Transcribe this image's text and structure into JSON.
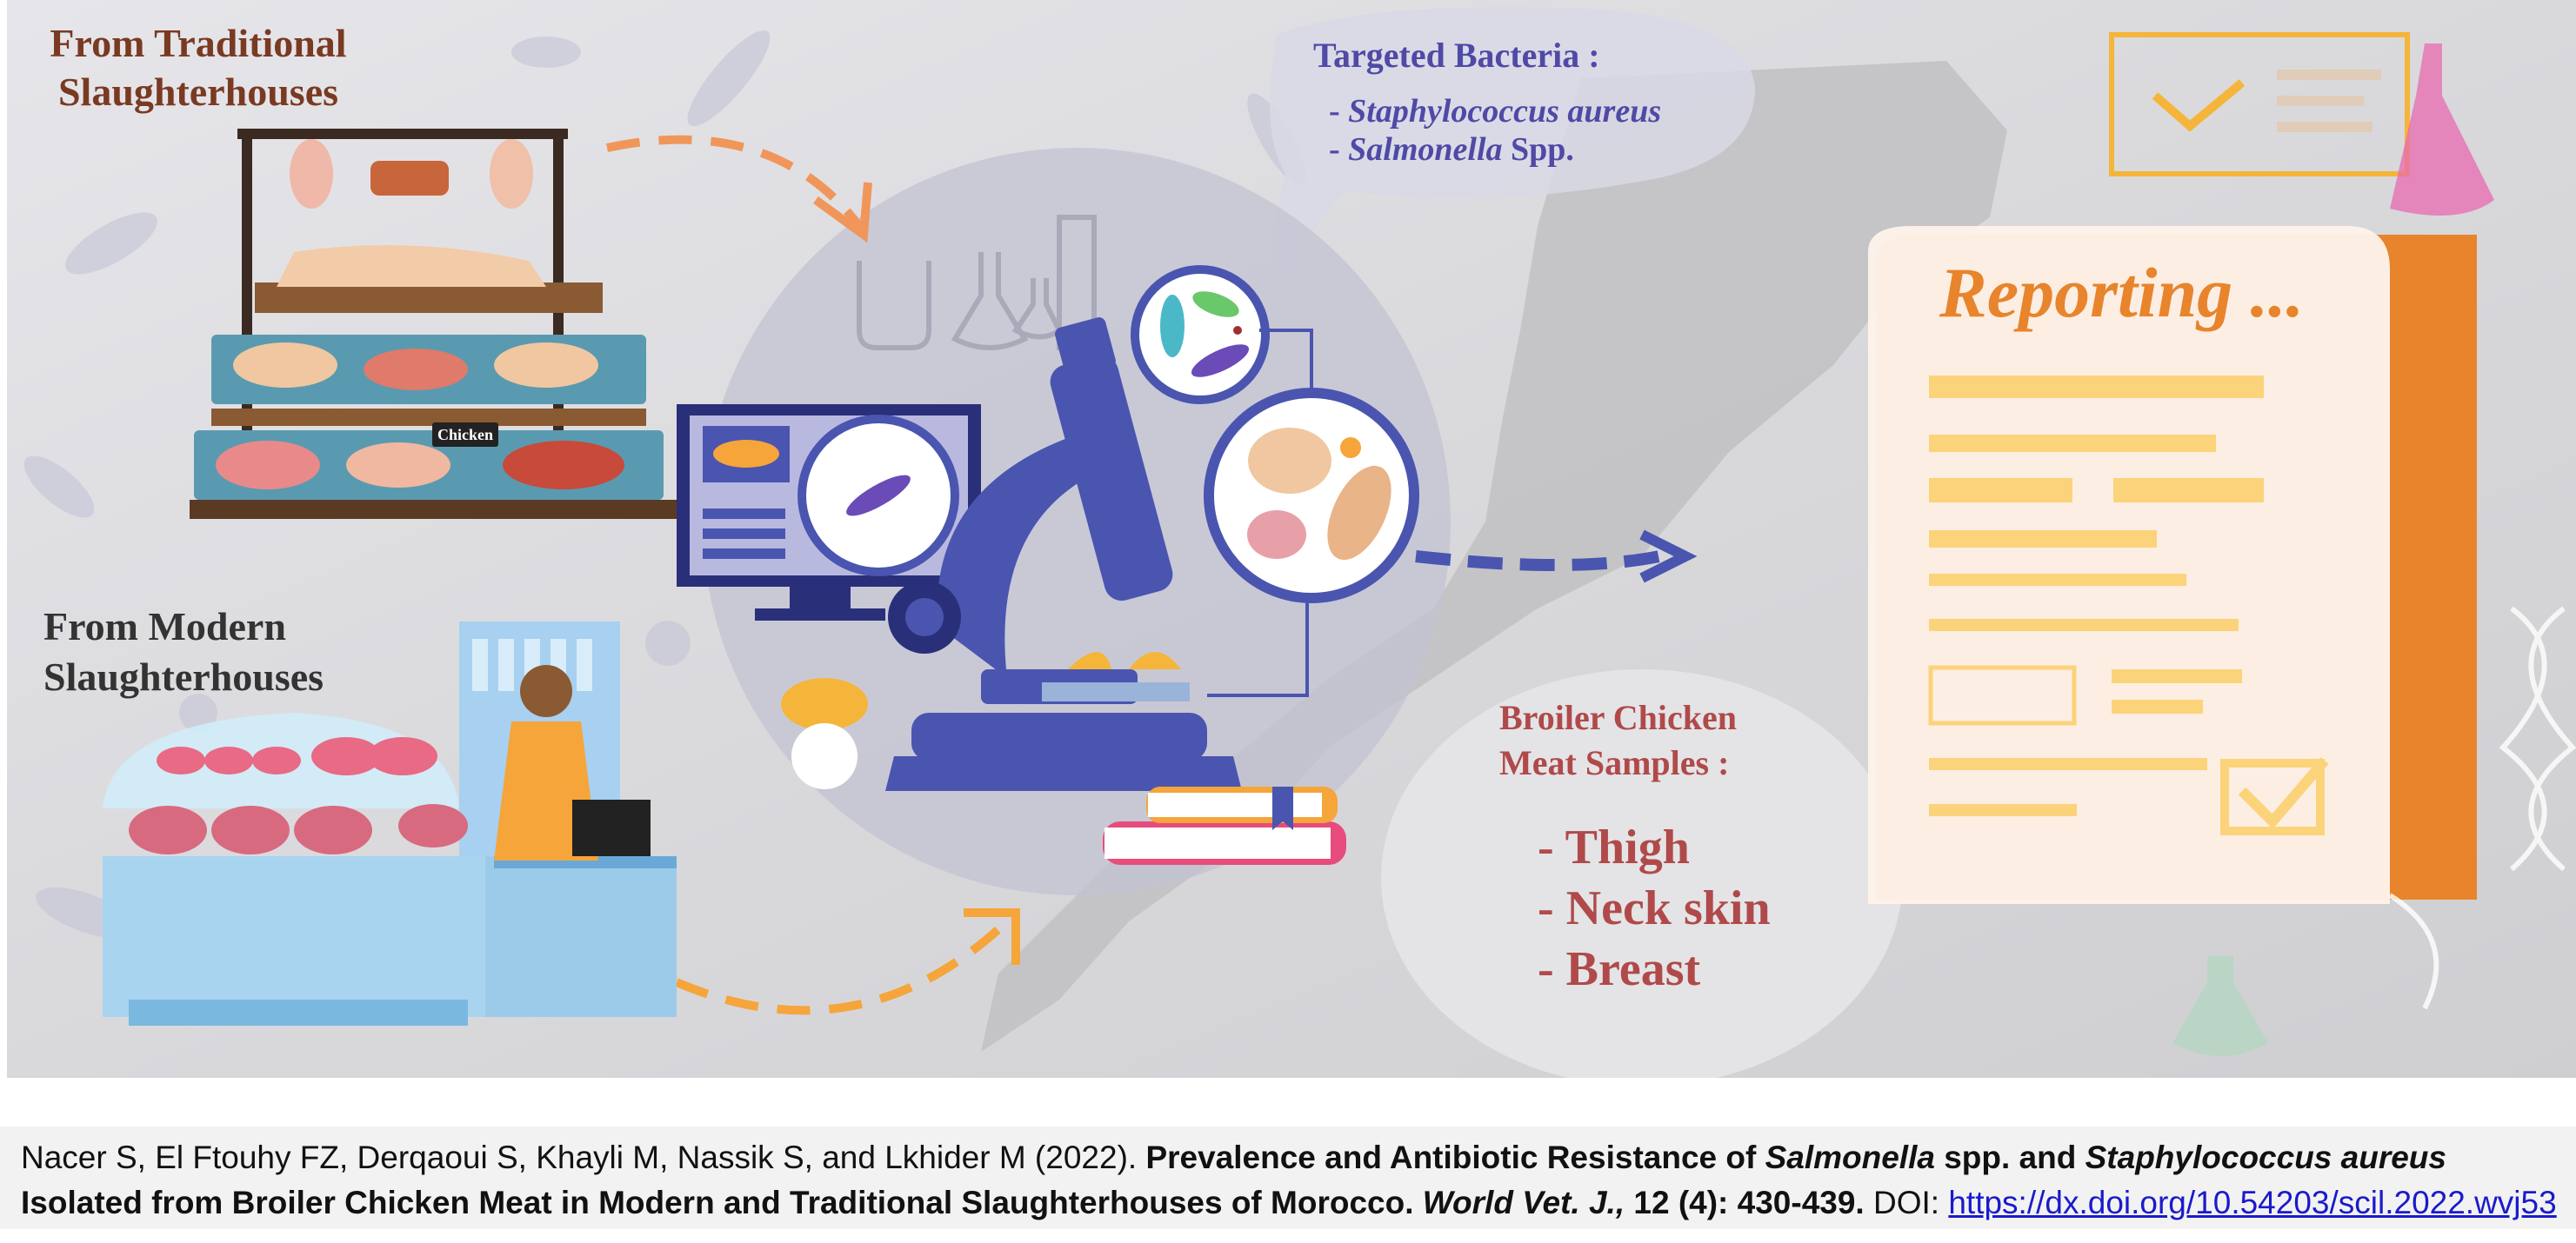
{
  "traditional": {
    "title_line1": "From Traditional",
    "title_line2": "Slaughterhouses",
    "tag": "Chicken"
  },
  "modern": {
    "title_line1": "From Modern",
    "title_line2": "Slaughterhouses"
  },
  "bacteria": {
    "heading": "Targeted Bacteria :",
    "item1_prefix": "- ",
    "item1": "Staphylococcus aureus",
    "item2_prefix": "- ",
    "item2_italic": "Salmonella",
    "item2_rest": " Spp."
  },
  "samples": {
    "heading_line1": "Broiler Chicken",
    "heading_line2": "Meat Samples :",
    "items": [
      "- Thigh",
      "- Neck skin",
      "- Breast"
    ]
  },
  "report": {
    "title": "Reporting ..."
  },
  "caption": {
    "authors": "Nacer S, El Ftouhy FZ, Derqaoui S, Khayli M, Nassik S, and Lkhider M (2022). ",
    "title_a": "Prevalence and Antibiotic Resistance of ",
    "title_i1": "Salmonella",
    "title_b": " spp. and ",
    "title_i2": "Staphylococcus aureus",
    "title_c": " Isolated from Broiler Chicken Meat in Modern and Traditional Slaughterhouses of Morocco. ",
    "journal": "World Vet. J.,",
    "volume": " 12 (4): 430-439.",
    "doi_label": " DOI: ",
    "doi_url": "https://dx.doi.org/10.54203/scil.2022.wvj53"
  },
  "colors": {
    "accent_orange": "#e8842c",
    "bacteria_purple": "#4f4aa6",
    "sample_red": "#b04a4a",
    "microscope_blue": "#4a55b0"
  }
}
